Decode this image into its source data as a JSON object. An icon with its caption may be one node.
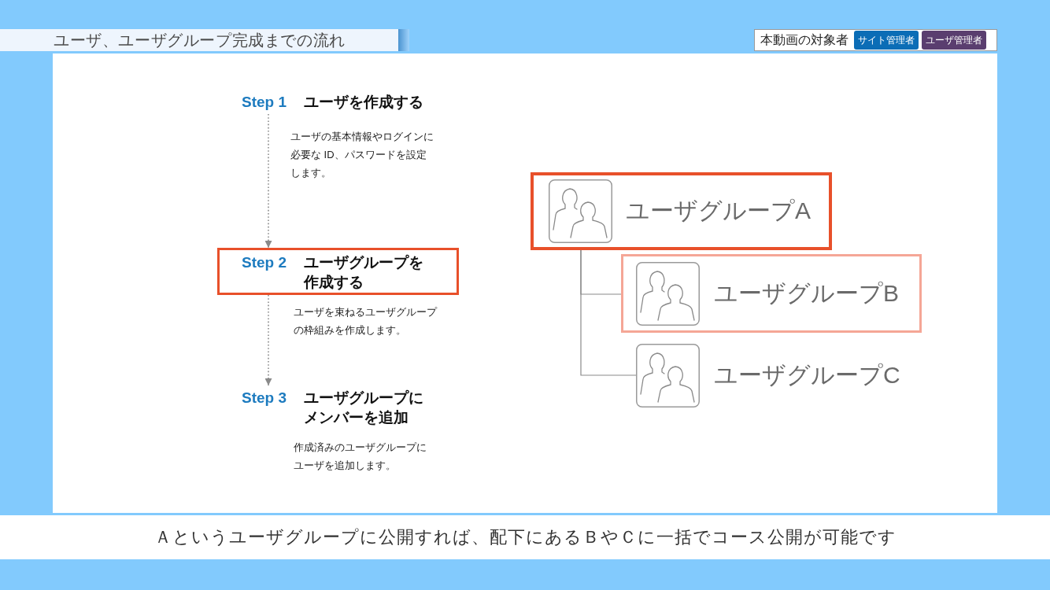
{
  "diagram": {
    "title": "ユーザ、ユーザグループ完成までの流れ",
    "nodes": [
      {
        "text": [
          "Step 1",
          "ユーザを作成する"
        ],
        "beside": [
          "ユーザの基本情報やログインに必要な ID、パスワードを設定します。"
        ]
      },
      {
        "text": [
          "Step 2",
          "ユーザグループを作成する"
        ],
        "beside": [
          "ユーザを束ねるユーザグループの枠組みを作成します。"
        ]
      },
      {
        "text": [
          "Step 3",
          "ユーザグループにメンバーを追加"
        ],
        "beside": [
          "作成済みのユーザグループにユーザを追加します。"
        ]
      },
      {
        "text": [
          "ユーザグループA"
        ]
      },
      {
        "text": [
          "ユーザグループB"
        ]
      },
      {
        "text": [
          "ユーザグループC"
        ]
      }
    ],
    "edges": [
      {
        "from": 0,
        "to": 1,
        "arrow": "to",
        "style": "dashed"
      },
      {
        "from": 1,
        "to": 2,
        "arrow": "to",
        "style": "dashed"
      },
      {
        "from": 3,
        "to": 4,
        "arrow": "none"
      },
      {
        "from": 3,
        "to": 5,
        "arrow": "none"
      }
    ],
    "labels": [
      "本動画の対象者",
      "サイト管理者",
      "ユーザ管理者"
    ],
    "caption": "Ａというユーザグループに公開すれば、配下にあるＢやＣに一括でコース公開が可能です"
  }
}
